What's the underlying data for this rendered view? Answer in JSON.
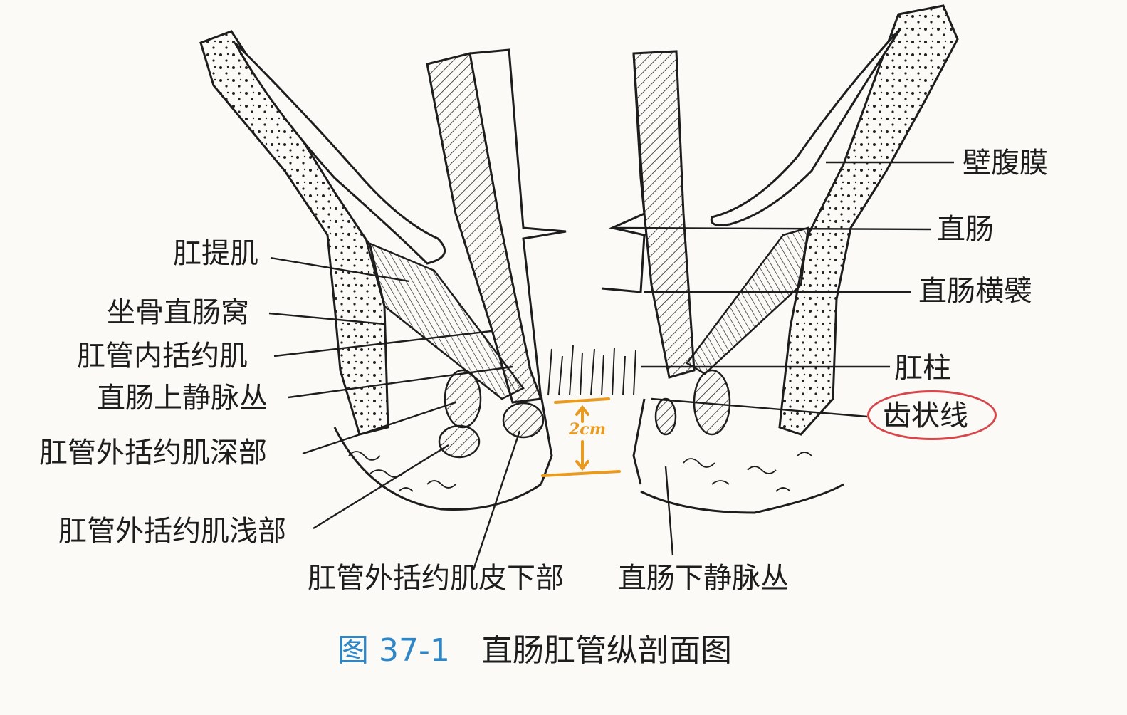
{
  "labels": {
    "levator_ani": "肛提肌",
    "ischiorectal_fossa": "坐骨直肠窝",
    "internal_sphincter": "肛管内括约肌",
    "superior_rectal_plexus": "直肠上静脉丛",
    "external_deep": "肛管外括约肌深部",
    "external_superficial": "肛管外括约肌浅部",
    "external_subcutaneous": "肛管外括约肌皮下部",
    "inferior_rectal_plexus": "直肠下静脉丛",
    "parietal_peritoneum": "壁腹膜",
    "rectum": "直肠",
    "rectal_transverse_fold": "直肠横襞",
    "anal_column": "肛柱",
    "dentate_line": "齿状线"
  },
  "handwritten_annotation": "2cm",
  "caption": {
    "number": "图 37-1",
    "title": "直肠肛管纵剖面图"
  },
  "colors": {
    "line": "#1d1d1d",
    "annotation_circle": "#d7464b",
    "annotation_marker": "#e99a1f",
    "caption_number": "#2f86c6"
  }
}
